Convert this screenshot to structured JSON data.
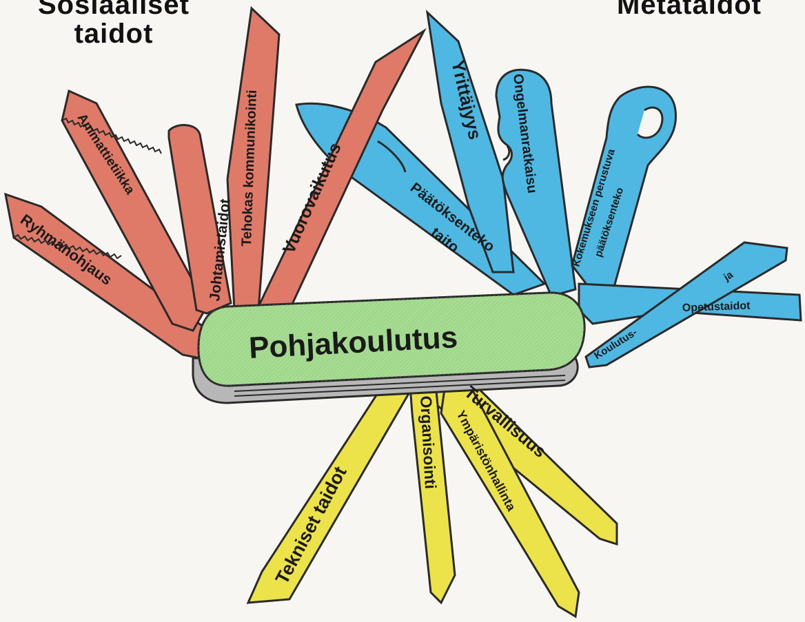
{
  "headings": {
    "social": [
      "Sosiaaliset",
      "taidot"
    ],
    "meta": "Metataidot"
  },
  "handle_label": "Pohjakoulutus",
  "colors": {
    "social": "#e07a68",
    "meta": "#4fb8e2",
    "technical": "#ece24a",
    "handle": "#9fd88a",
    "outline": "#2a2a2a",
    "background": "#f7f6f3"
  },
  "blades": {
    "social": [
      "Ryhmänohjaus",
      "Ammattietiikka",
      "Johtamistaidot",
      "Tehokas kommunikointi",
      "Vuorovaikutus"
    ],
    "meta": [
      "Päätöksenteko",
      "taito",
      "Yrittäjyys",
      "Ongelmanratkaisu",
      "Kokemukseen perustuva",
      "päätöksenteko",
      "Koulutus-",
      "ja",
      "Opetustaidot"
    ],
    "technical": [
      "Tekniset taidot",
      "Organisointi",
      "Ympäristönhallinta",
      "Turvallisuus"
    ]
  }
}
